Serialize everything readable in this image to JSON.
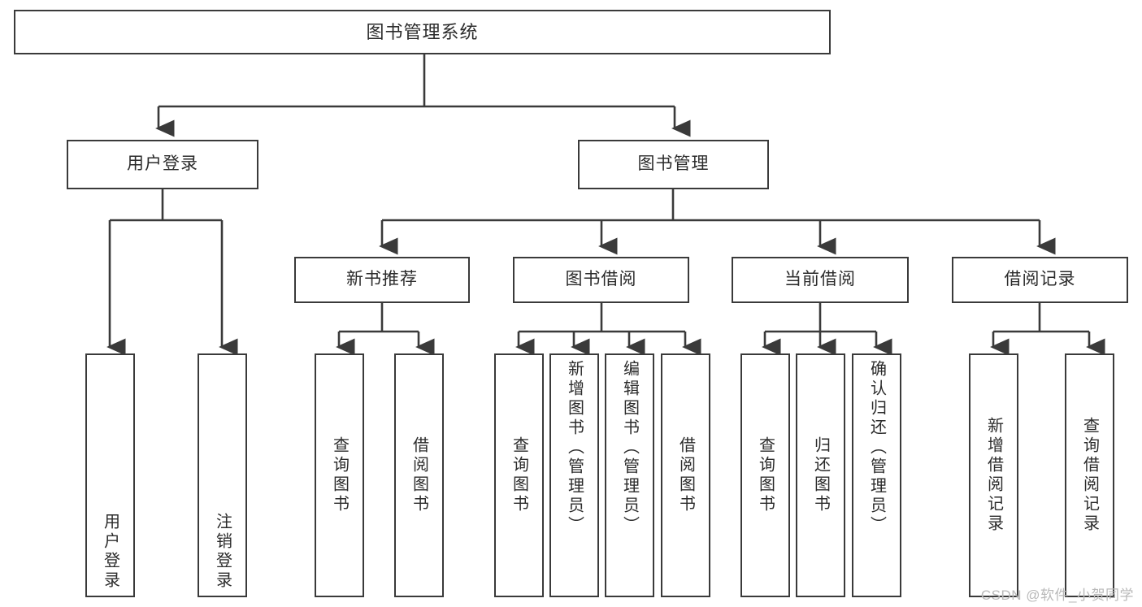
{
  "diagram": {
    "type": "tree",
    "title": "图书管理系统",
    "watermark": "CSDN @软件_小贺同学",
    "colors": {
      "box_border": "#3a3a3a",
      "box_fill": "#ffffff",
      "connector": "#3a3a3a",
      "text": "#2b2b2b",
      "watermark": "#b9b9b9"
    },
    "root": {
      "label": "图书管理系统"
    },
    "level2": [
      {
        "label": "用户登录"
      },
      {
        "label": "图书管理"
      }
    ],
    "level3": [
      {
        "label": "新书推荐"
      },
      {
        "label": "图书借阅"
      },
      {
        "label": "当前借阅"
      },
      {
        "label": "借阅记录"
      }
    ],
    "leaves": {
      "user_login": [
        {
          "label": "用户登录"
        },
        {
          "label": "注销登录"
        }
      ],
      "new_book": [
        {
          "label": "查询图书"
        },
        {
          "label": "借阅图书"
        }
      ],
      "book_borrow": [
        {
          "label": "查询图书"
        },
        {
          "label": "新增图书（管理员）"
        },
        {
          "label": "编辑图书（管理员）"
        },
        {
          "label": "借阅图书"
        }
      ],
      "current_borrow": [
        {
          "label": "查询图书"
        },
        {
          "label": "归还图书"
        },
        {
          "label": "确认归还（管理员）"
        }
      ],
      "borrow_record": [
        {
          "label": "新增借阅记录"
        },
        {
          "label": "查询借阅记录"
        }
      ]
    }
  }
}
